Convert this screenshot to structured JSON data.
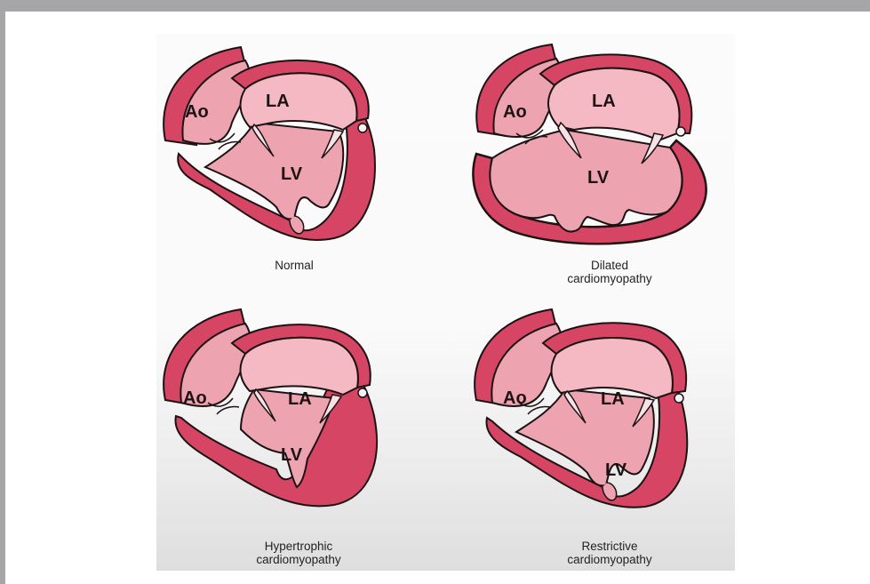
{
  "colors": {
    "wall": "#d64563",
    "wall_dark": "#b8304f",
    "chamber": "#eda4b0",
    "chamber_light": "#f4b9c2",
    "valve": "#f5e2e6",
    "outline": "#1c1213"
  },
  "panels": [
    {
      "key": "normal",
      "labels": {
        "ao": "Ao",
        "la": "LA",
        "lv": "LV"
      },
      "caption": "Normal"
    },
    {
      "key": "dilated",
      "labels": {
        "ao": "Ao",
        "la": "LA",
        "lv": "LV"
      },
      "caption": "Dilated\ncardiomyopathy"
    },
    {
      "key": "hypertrophic",
      "labels": {
        "ao": "Ao",
        "la": "LA",
        "lv": "LV"
      },
      "caption": "Hypertrophic\ncardiomyopathy"
    },
    {
      "key": "restrictive",
      "labels": {
        "ao": "Ao",
        "la": "LA",
        "lv": "LV"
      },
      "caption": "Restrictive\ncardiomyopathy"
    }
  ]
}
